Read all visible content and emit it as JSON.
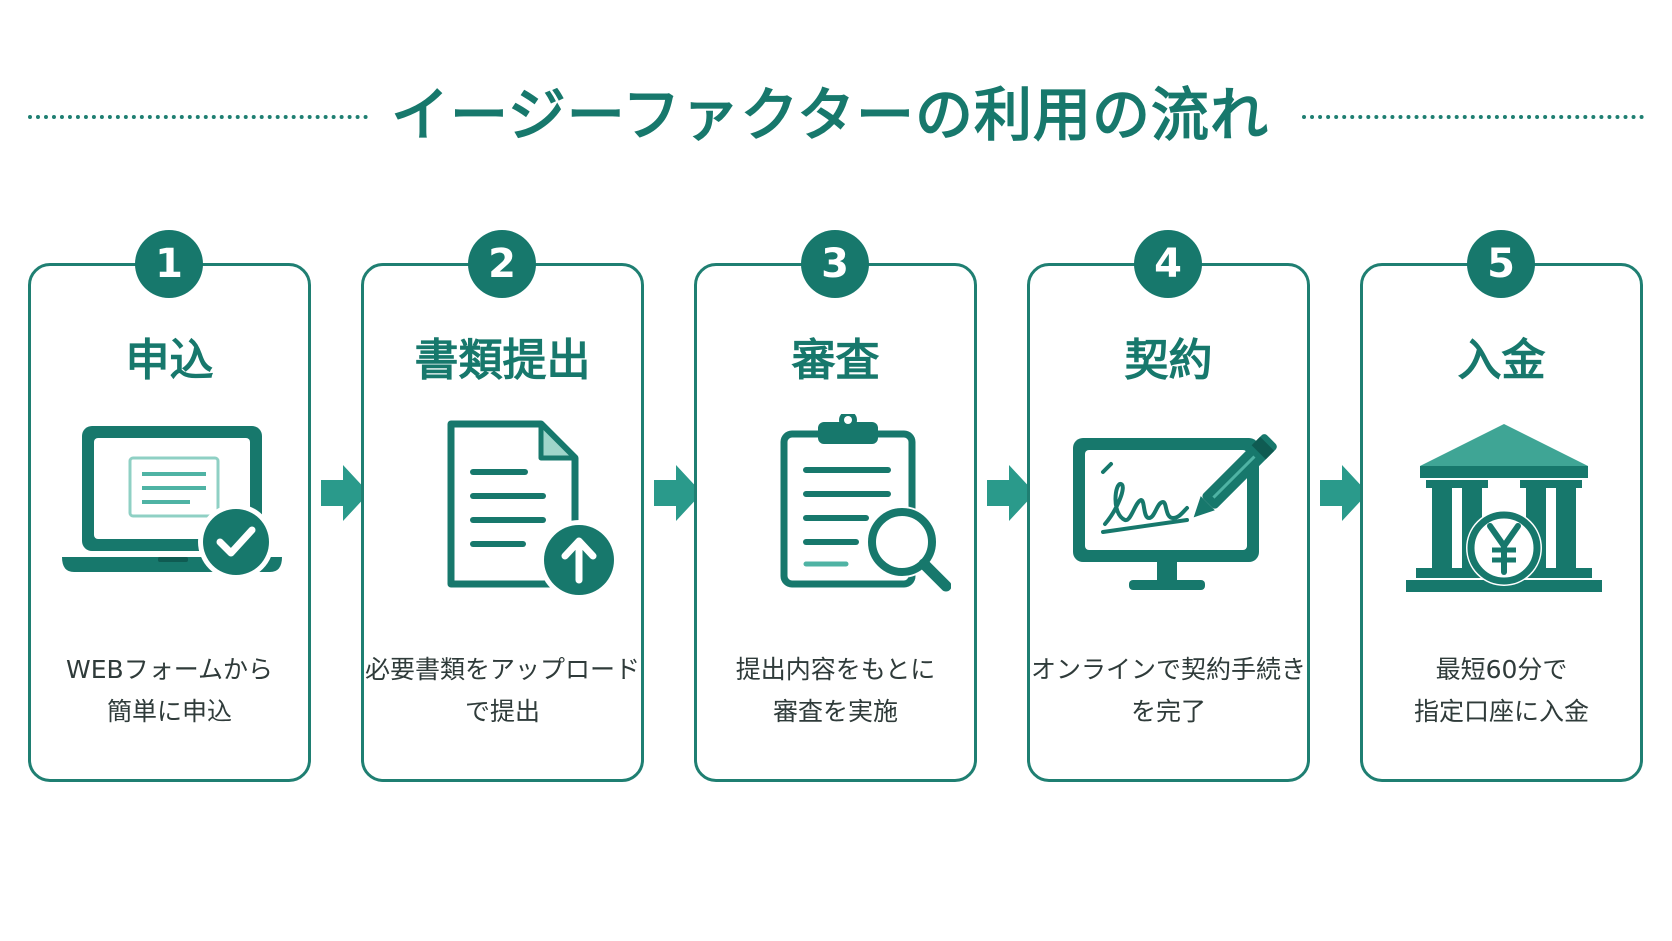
{
  "title": "イージーファクターの利用の流れ",
  "colors": {
    "accent": "#17786c",
    "accent_light": "#4fb3a4",
    "accent_pale": "#a9d9cf",
    "text": "#2f3b3a"
  },
  "steps": [
    {
      "number": "1",
      "title": "申込",
      "icon": "laptop-check-icon",
      "desc_line1": "WEBフォームから",
      "desc_line2": "簡単に申込"
    },
    {
      "number": "2",
      "title": "書類提出",
      "icon": "document-upload-icon",
      "desc_line1": "必要書類をアップロード",
      "desc_line2": "で提出"
    },
    {
      "number": "3",
      "title": "審査",
      "icon": "clipboard-search-icon",
      "desc_line1": "提出内容をもとに",
      "desc_line2": "審査を実施"
    },
    {
      "number": "4",
      "title": "契約",
      "icon": "monitor-signature-icon",
      "desc_line1": "オンラインで契約手続き",
      "desc_line2": "を完了"
    },
    {
      "number": "5",
      "title": "入金",
      "icon": "bank-yen-icon",
      "desc_line1": "最短60分で",
      "desc_line2": "指定口座に入金"
    }
  ]
}
